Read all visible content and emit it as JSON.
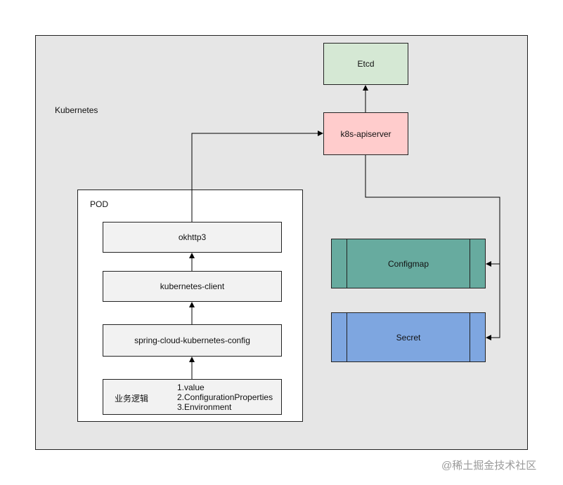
{
  "kubernetes_label": "Kubernetes",
  "pod_label": "POD",
  "nodes": {
    "etcd": "Etcd",
    "apiserver": "k8s-apiserver",
    "configmap": "Configmap",
    "secret": "Secret",
    "okhttp": "okhttp3",
    "client": "kubernetes-client",
    "spring_config": "spring-cloud-kubernetes-config",
    "business_logic": "业务逻辑",
    "business_items": [
      "1.value",
      "2.ConfigurationProperties",
      "3.Environment"
    ]
  },
  "colors": {
    "frame_bg": "#e6e6e6",
    "etcd_fill": "#d5e8d4",
    "apiserver_fill": "#ffcccc",
    "configmap_fill": "#67ab9f",
    "secret_fill": "#7ea6e0",
    "inner_box_fill": "#f2f2f2"
  },
  "watermark": "@稀土掘金技术社区"
}
